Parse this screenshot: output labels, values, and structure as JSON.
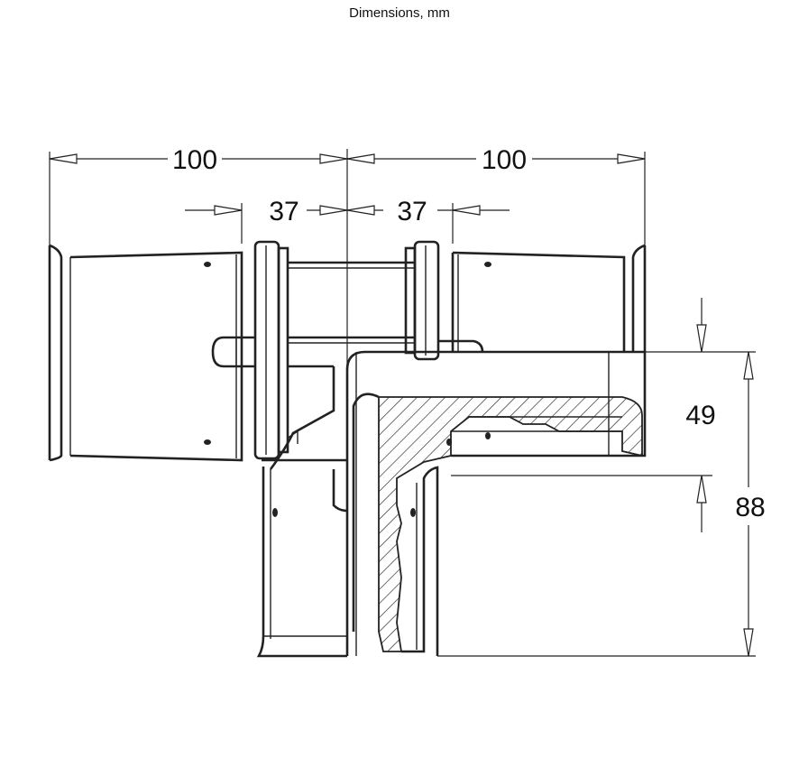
{
  "header": {
    "title": "Dimensions, mm"
  },
  "dimensions": {
    "left_total": "100",
    "right_total": "100",
    "left_inner": "37",
    "right_inner": "37",
    "branch_inner": "49",
    "branch_total": "88"
  },
  "colors": {
    "line": "#222222",
    "background": "#ffffff"
  }
}
